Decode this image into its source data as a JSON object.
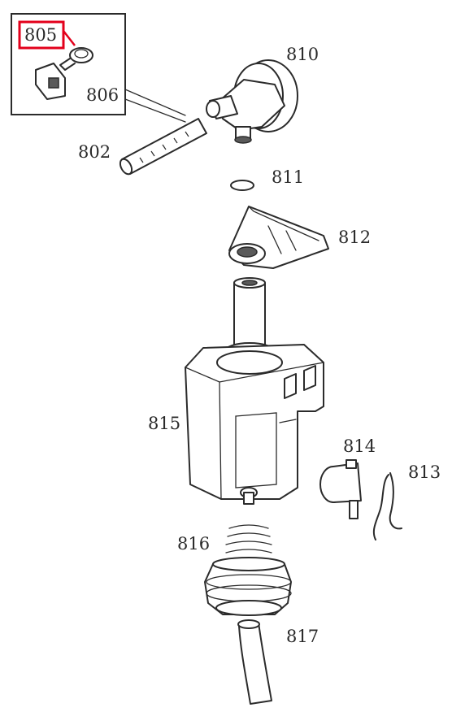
{
  "parts": {
    "805": "805",
    "806": "806",
    "810": "810",
    "802": "802",
    "811": "811",
    "812": "812",
    "815": "815",
    "814": "814",
    "813": "813",
    "816": "816",
    "817": "817"
  },
  "highlight": {
    "part": "805",
    "color": "#e3001b"
  },
  "colors": {
    "ink": "#2b2b2b",
    "background": "#ffffff"
  }
}
